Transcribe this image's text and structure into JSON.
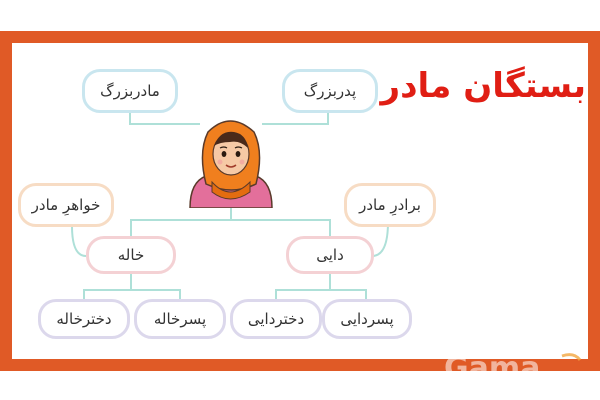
{
  "title": "بستگان مادر",
  "nodes": {
    "grandmother": "مادربزرگ",
    "grandfather": "پدربزرگ",
    "mothers_sister": "خواهرِ مادر",
    "mothers_brother": "برادرِ مادر",
    "khaleh": "خاله",
    "dayi": "دایی",
    "dokhtar_khaleh": "دخترخاله",
    "pesar_khaleh": "پسرخاله",
    "dokhtar_dayi": "دختردایی",
    "pesar_dayi": "پسردایی"
  },
  "watermark": "Gama",
  "colors": {
    "frame": "#e05a26",
    "title": "#e01e14",
    "pill_blue": "#c9e6ef",
    "pill_peach": "#f7dcc4",
    "pill_pink": "#f4d1d4",
    "pill_lavender": "#dcd8ec",
    "connector": "#aee0d8"
  }
}
